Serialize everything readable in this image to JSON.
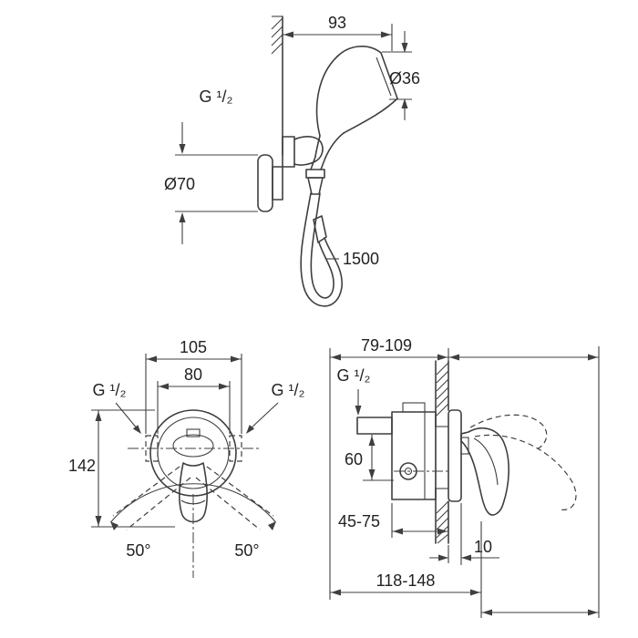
{
  "drawing": {
    "title": "hand-shower-with-concealed-mixer-dimension-drawing",
    "colors": {
      "line": "#3f3f3f",
      "text": "#222222",
      "background": "#ffffff"
    },
    "top_view": {
      "dim_width": "93",
      "dim_head_diameter": "Ø36",
      "thread_label": "G ¹/₂",
      "dim_rosette_diameter": "Ø70",
      "dim_hose_length": "1500"
    },
    "front_view": {
      "dim_outer_width": "105",
      "dim_inner_width": "80",
      "thread_left": "G ¹/₂",
      "thread_right": "G ¹/₂",
      "dim_height": "142",
      "angle_left": "50°",
      "angle_right": "50°"
    },
    "side_view": {
      "dim_depth_range": "79-109",
      "thread_label": "G ¹/₂",
      "dim_port_distance": "60",
      "dim_embed_range": "45-75",
      "dim_plate_offset": "10",
      "dim_total_range": "118-148"
    }
  }
}
